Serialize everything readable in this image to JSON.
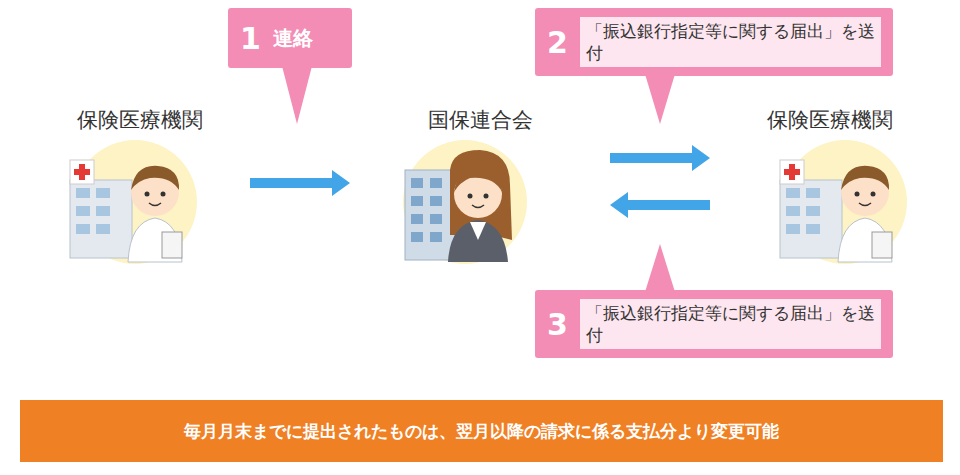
{
  "diagram": {
    "nodes": [
      {
        "text": [
          "保険医療機関"
        ]
      },
      {
        "text": [
          "1",
          "連絡"
        ]
      },
      {
        "text": [
          "国保連合会"
        ]
      },
      {
        "text": [
          "2",
          "「振込銀行指定等に関する届出」を送付"
        ]
      },
      {
        "text": [
          "保険医療機関"
        ]
      },
      {
        "text": [
          "3",
          "「振込銀行指定等に関する届出」を送付"
        ]
      },
      {
        "text": [
          "毎月月末までに提出されたものは、翌月以降の請求に係る支払分より変更可能"
        ]
      }
    ],
    "edges": [
      {
        "from": 0,
        "to": 2,
        "arrow": "to"
      },
      {
        "from": 2,
        "to": 4,
        "arrow": "to"
      },
      {
        "from": 4,
        "to": 2,
        "arrow": "to"
      }
    ]
  }
}
